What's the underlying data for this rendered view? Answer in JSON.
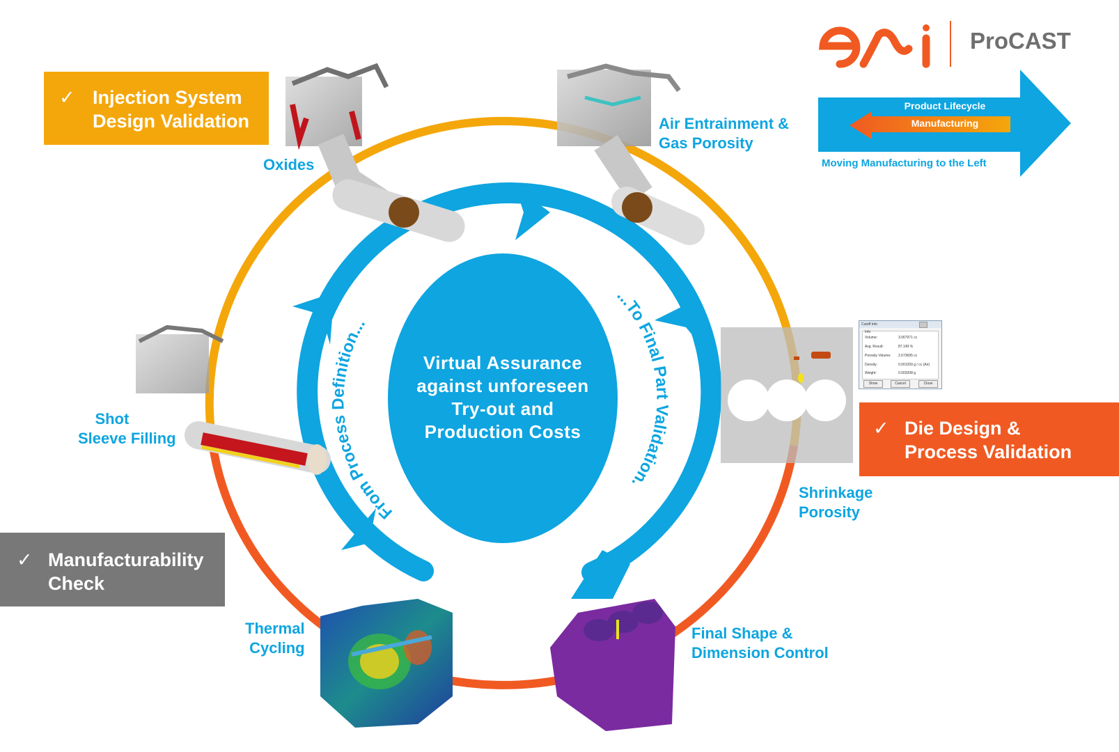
{
  "brand": {
    "logo_text": "esi",
    "product_name": "ProCAST",
    "logo_color": "#f05a22",
    "product_color": "#6f6f6f"
  },
  "lifecycle_graphic": {
    "outer_arrow_label": "Product Lifecycle",
    "inner_arrow_label": "Manufacturing",
    "caption": "Moving Manufacturing to the Left",
    "outer_arrow_color": "#0ea5e0",
    "inner_arrow_gradient": [
      "#f05a22",
      "#f4a70b"
    ]
  },
  "callouts": {
    "injection": {
      "check": "✓",
      "text": "Injection System\nDesign Validation",
      "color": "#f4a70b"
    },
    "die": {
      "check": "✓",
      "text": "Die Design &\nProcess Validation",
      "color": "#f05a22"
    },
    "manufacturability": {
      "check": "✓",
      "text": "Manufacturability\nCheck",
      "color": "#787878"
    }
  },
  "stage_labels": {
    "oxides": "Oxides",
    "air_entrainment": "Air Entrainment &\nGas Porosity",
    "shot_sleeve": "    Shot\nSleeve Filling",
    "shrinkage": "Shrinkage\nPorosity",
    "final_shape": "Final Shape &\nDimension Control",
    "thermal": "Thermal\n Cycling"
  },
  "cycle": {
    "left_arc_text": "From Process Definition...",
    "right_arc_text": "...To Final Part Validation.",
    "center_text": "Virtual Assurance\nagainst unforeseen\nTry-out and\nProduction Costs",
    "outer_ring_colors": [
      "#f4a70b",
      "#f05a22"
    ],
    "inner_ring_color": "#0ea5e0"
  },
  "dialog": {
    "title": "Cutoff Info",
    "group": "Info",
    "rows": [
      {
        "key": "Volume:",
        "value": "3.067971  cc"
      },
      {
        "key": "Avg. Result:",
        "value": "87.149  %"
      },
      {
        "key": "Porosity Volume:",
        "value": "2.673695  cc"
      },
      {
        "key": "Density:",
        "value": "0.001200  g / cc  (Air)"
      },
      {
        "key": "Weight:",
        "value": "0.003208  g"
      }
    ],
    "buttons": [
      "Show",
      "Cancel",
      "Close"
    ]
  }
}
